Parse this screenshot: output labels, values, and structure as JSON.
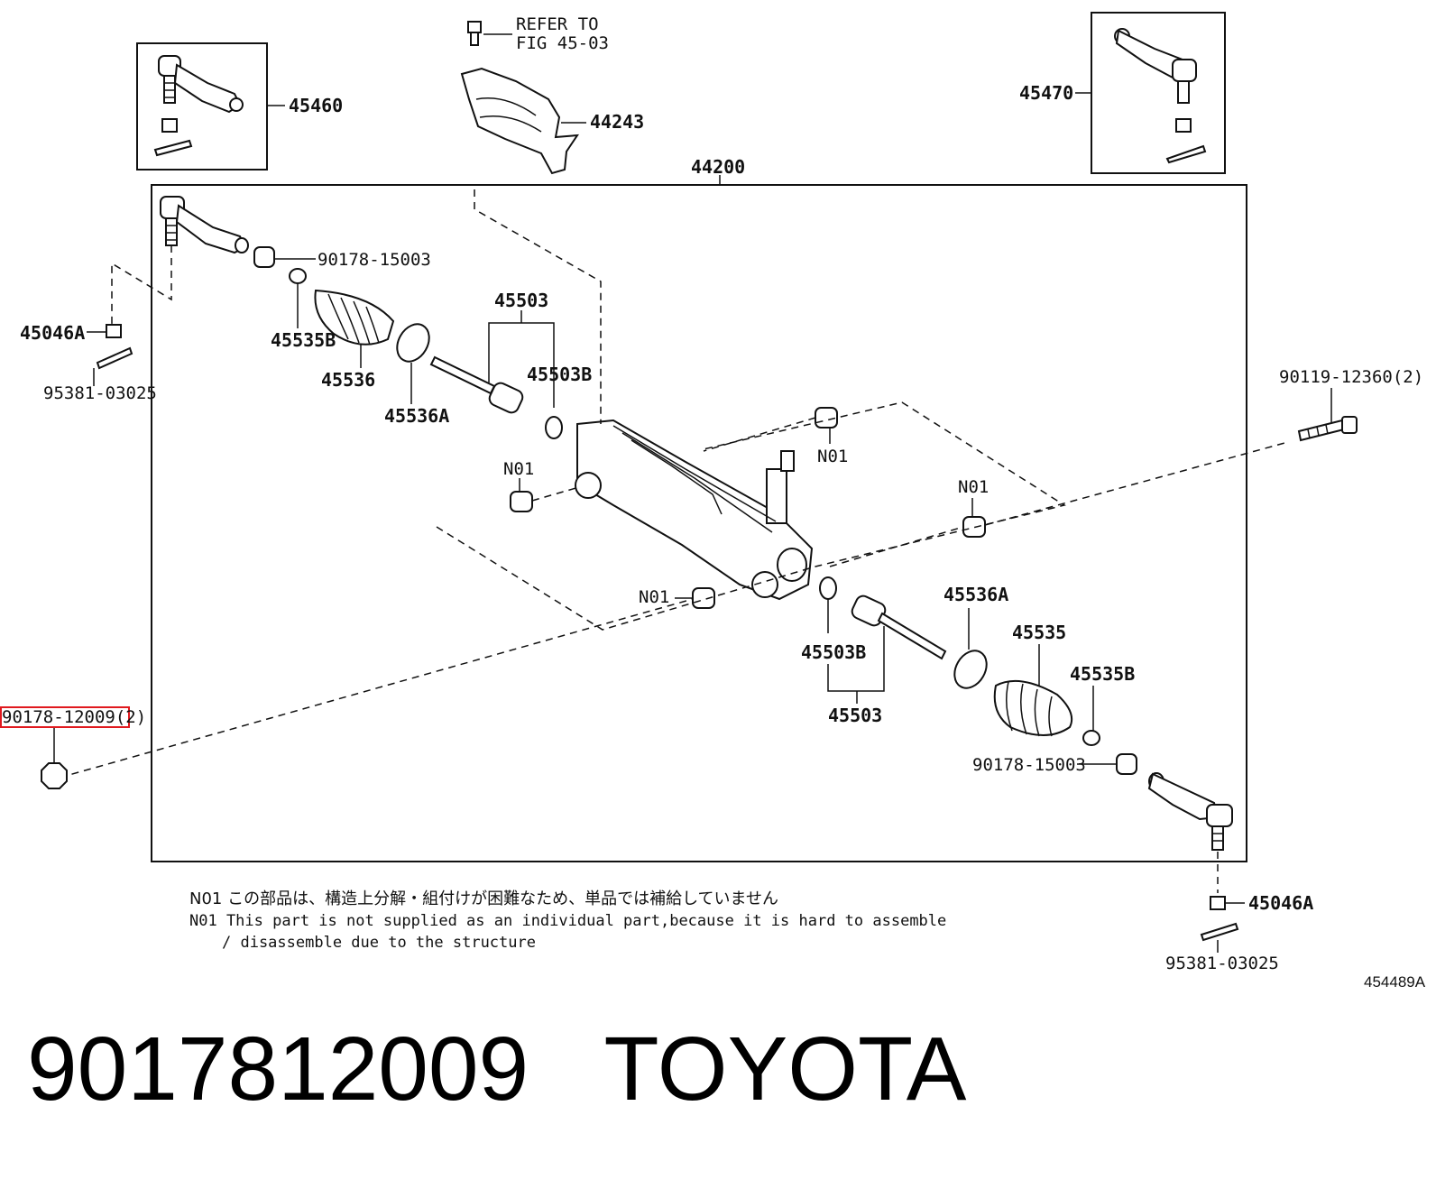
{
  "diagram": {
    "callouts": {
      "refer_to_l1": "REFER TO",
      "refer_to_l2": "FIG 45-03",
      "p44243": "44243",
      "p45460": "45460",
      "p45470": "45470",
      "p44200": "44200",
      "p90178_15003_top": "90178-15003",
      "p45535B_top": "45535B",
      "p45536": "45536",
      "p45536A_top": "45536A",
      "p45503_top": "45503",
      "p45503B_top": "45503B",
      "p45046A_left": "45046A",
      "p95381_left": "95381-03025",
      "p90119": "90119-12360(2)",
      "n01_a": "N01",
      "n01_b": "N01",
      "n01_c": "N01",
      "n01_d": "N01",
      "p45536A_bot": "45536A",
      "p45535": "45535",
      "p45535B_bot": "45535B",
      "p45503B_bot": "45503B",
      "p45503_bot": "45503",
      "p90178_15003_bot": "90178-15003",
      "p90178_12009": "90178-12009(2)",
      "p45046A_right": "45046A",
      "p95381_right": "95381-03025"
    },
    "notes": {
      "line1_jp": "N01 この部品は、構造上分解・組付けが困難なため、単品では補給していません",
      "line2_en": "N01 This part is not supplied as an individual part,because it is hard to assemble",
      "line3_en": "/ disassemble due to the structure"
    },
    "figure_code": "454489A",
    "highlight_color": "#e0191e"
  },
  "caption": {
    "part_number": "9017812009",
    "brand": "TOYOTA"
  }
}
